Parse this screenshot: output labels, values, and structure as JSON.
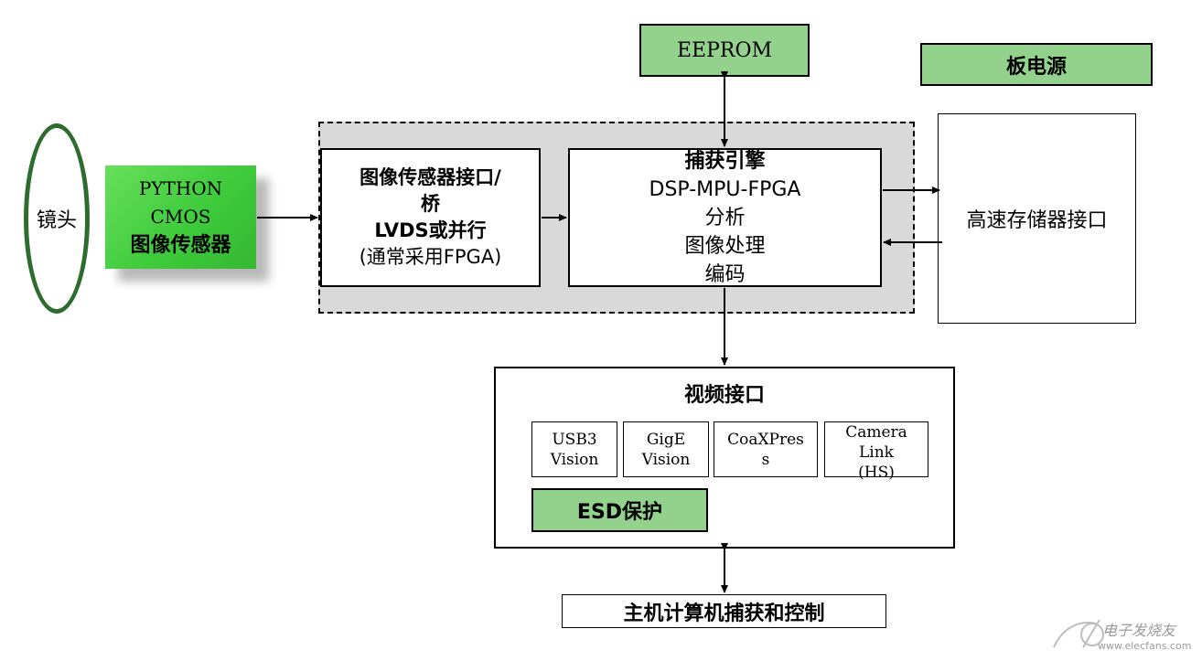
{
  "lens": {
    "label": "镜头"
  },
  "sensor": {
    "line1": "PYTHON",
    "line2": "CMOS",
    "line3": "图像传感器"
  },
  "sensor_interface": {
    "line1": "图像传感器接口/",
    "line2": "桥",
    "line3": "LVDS或并行",
    "line4": "(通常采用FPGA)"
  },
  "capture_engine": {
    "line1": "捕获引擎",
    "line2": "DSP-MPU-FPGA",
    "line3": "分析",
    "line4": "图像处理",
    "line5": "编码"
  },
  "eeprom": {
    "label": "EEPROM"
  },
  "board_power": {
    "label": "板电源"
  },
  "storage_interface": {
    "label": "高速存储器接口"
  },
  "video_interface": {
    "title": "视频接口",
    "usb3": {
      "line1": "USB3",
      "line2": "Vision"
    },
    "gige": {
      "line1": "GigE",
      "line2": "Vision"
    },
    "coaxpress": {
      "line1": "CoaXPres",
      "line2": "s"
    },
    "cameralink": {
      "line1": "Camera",
      "line2": "Link",
      "line3": "(HS)"
    },
    "esd": "ESD保护"
  },
  "host": {
    "label": "主机计算机捕获和控制"
  },
  "watermark": {
    "text": "电子发烧友",
    "url": "www.elecfans.com"
  }
}
